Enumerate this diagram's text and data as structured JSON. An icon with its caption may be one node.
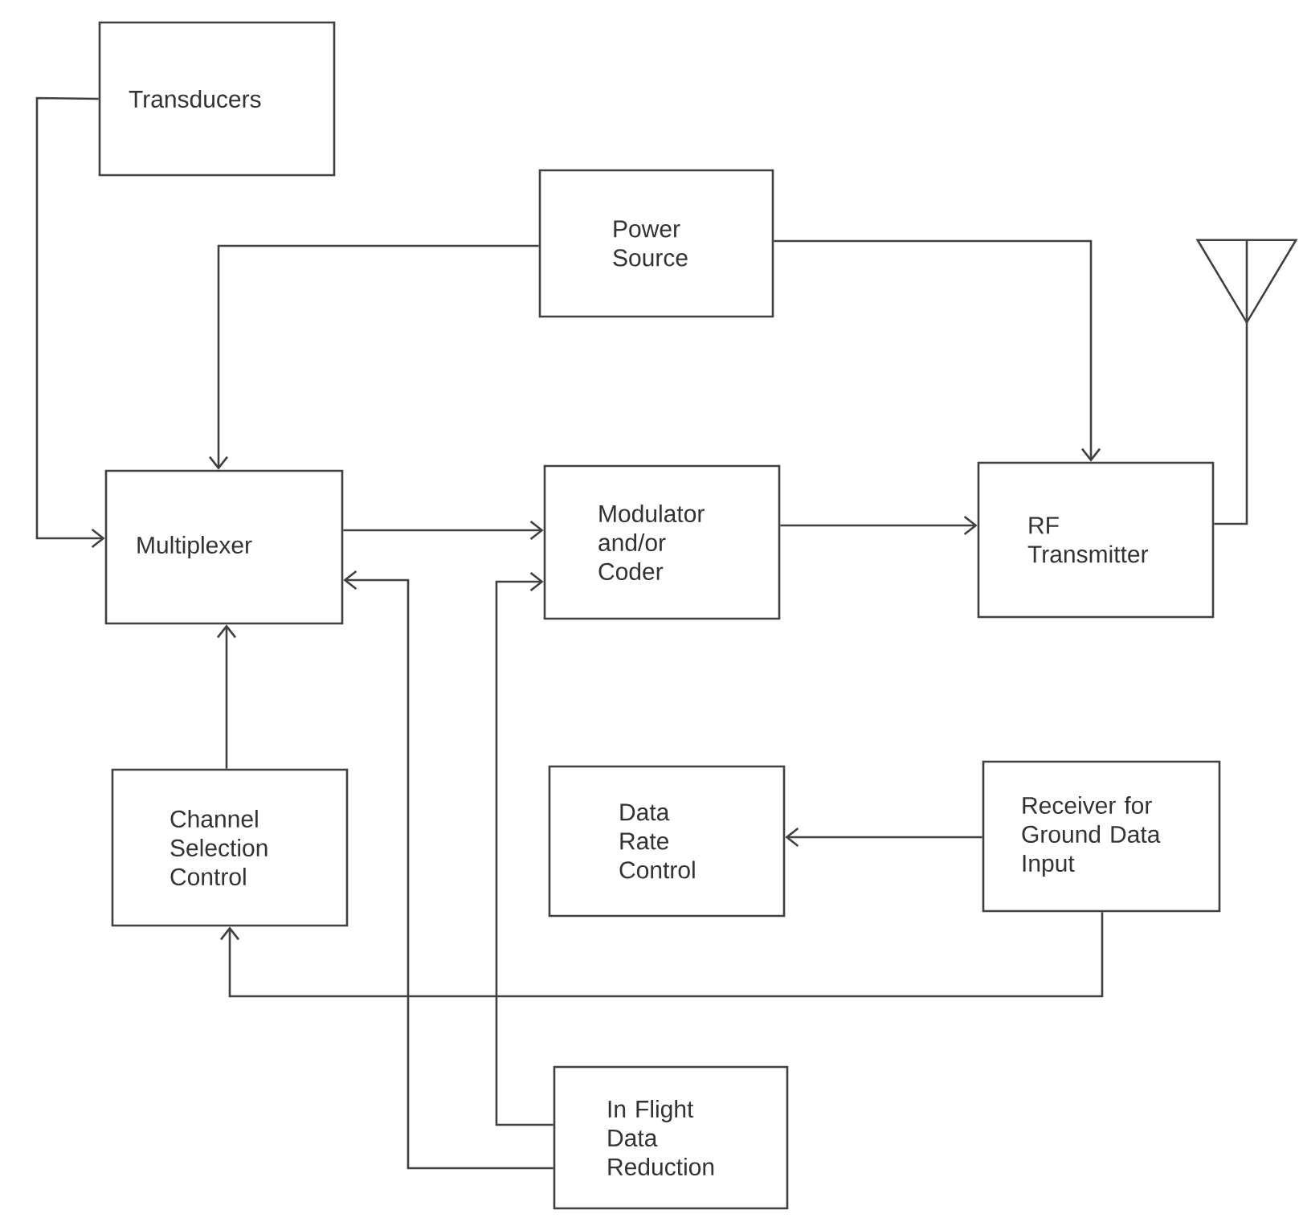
{
  "diagram": {
    "nodes": [
      {
        "text": [
          "Transducers"
        ]
      },
      {
        "text": [
          "Power Source"
        ]
      },
      {
        "text": [],
        "shape": "picture"
      },
      {
        "text": [
          "Multiplexer"
        ]
      },
      {
        "text": [
          "Modulator and/or Coder"
        ]
      },
      {
        "text": [
          "RF Transmitter"
        ]
      },
      {
        "text": [
          "Channel Selection Control"
        ]
      },
      {
        "text": [
          "Data Rate Control"
        ]
      },
      {
        "text": [
          "Receiver for Ground Data Input"
        ]
      },
      {
        "text": [
          "In Flight Data Reduction"
        ]
      }
    ],
    "edges": [
      {
        "from": 0,
        "to": 3,
        "arrow": "to"
      },
      {
        "from": 1,
        "to": 3,
        "arrow": "to"
      },
      {
        "from": 1,
        "to": 5,
        "arrow": "to"
      },
      {
        "from": 3,
        "to": 4,
        "arrow": "to"
      },
      {
        "from": 4,
        "to": 5,
        "arrow": "to"
      },
      {
        "from": 5,
        "to": 2,
        "arrow": "none"
      },
      {
        "from": 6,
        "to": 3,
        "arrow": "to"
      },
      {
        "from": 8,
        "to": 7,
        "arrow": "to"
      },
      {
        "from": 8,
        "to": 6,
        "arrow": "to"
      },
      {
        "from": 9,
        "to": 3,
        "arrow": "to"
      },
      {
        "from": 9,
        "to": 4,
        "arrow": "to"
      }
    ]
  }
}
